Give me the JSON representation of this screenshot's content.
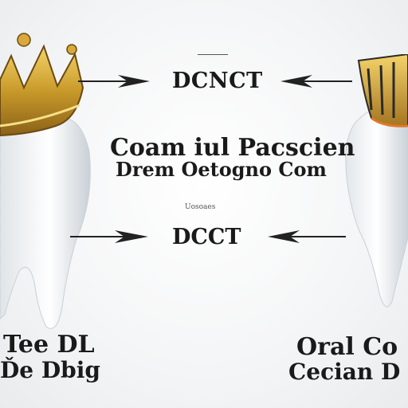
{
  "labels": {
    "top_center": "DCNCT",
    "middle_line1": "Coam  iul Pacscien",
    "middle_line2": "Drem Oetogno Com",
    "small_caption": "Uosoaes",
    "bottom_center": "DCCT",
    "left_line1": "Tee DL",
    "left_line2": "Ďe Dbig",
    "right_line1": "Oral Co",
    "right_line2": "Cecian D"
  },
  "colors": {
    "crown_gold": "#c89a2a",
    "crown_gold_light": "#f2cf62",
    "crown_edge": "#6b4a12",
    "tooth_white": "#ffffff",
    "tooth_shadow": "#cfd5db",
    "ink": "#1a1a1a",
    "arrow": "#222222"
  },
  "icons": {
    "left_tooth": "tooth-with-crown-icon",
    "right_tooth": "tooth-with-crown-icon",
    "arrows": "arrow-icon"
  }
}
